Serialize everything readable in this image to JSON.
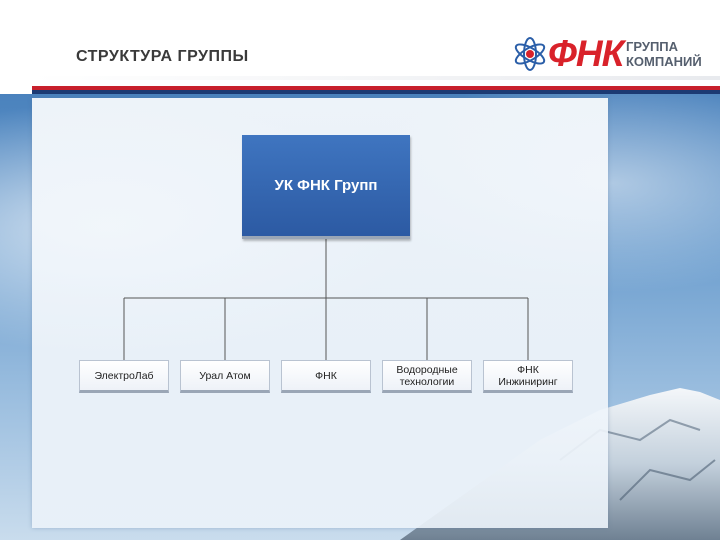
{
  "header": {
    "title": "СТРУКТУРА ГРУППЫ"
  },
  "logo": {
    "main": "ФНК",
    "sub_line1": "ГРУППА",
    "sub_line2": "КОМПАНИЙ",
    "icon": "atom-icon",
    "color": "#d9222a"
  },
  "colors": {
    "accent_red": "#c8202c",
    "accent_navy": "#1c3a73",
    "root_box": "#2f5ea8"
  },
  "org_chart": {
    "root": {
      "label": "УК ФНК Групп"
    },
    "children": [
      {
        "label": "ЭлектроЛаб"
      },
      {
        "label": "Урал Атом"
      },
      {
        "label": "ФНК"
      },
      {
        "label": "Водородные технологии"
      },
      {
        "label": "ФНК Инжиниринг"
      }
    ]
  }
}
